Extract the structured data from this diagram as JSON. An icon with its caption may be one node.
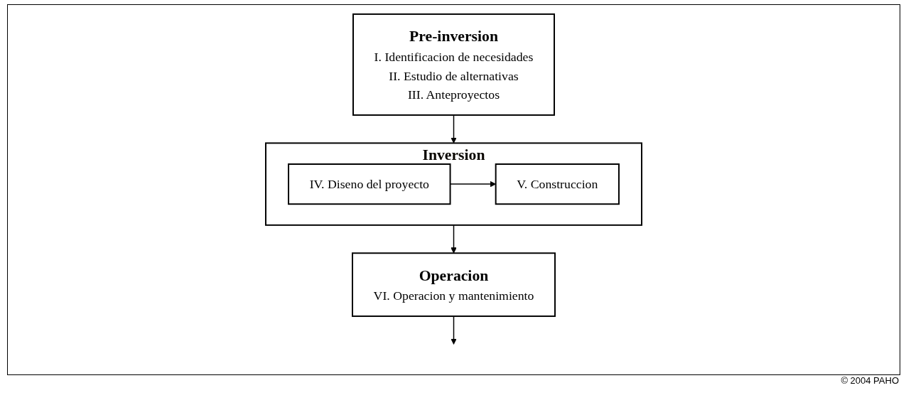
{
  "diagram": {
    "nodes": [
      {
        "text": [
          "Pre-inversion",
          "I. Identificacion de necesidades",
          "II. Estudio de alternativas",
          "III. Anteproyectos"
        ]
      },
      {
        "text": [
          "Inversion"
        ]
      },
      {
        "text": [
          "IV. Diseno del proyecto"
        ],
        "in": 1
      },
      {
        "text": [
          "V. Construccion"
        ],
        "in": 1
      },
      {
        "text": [
          "Operacion",
          "VI. Operacion y mantenimiento"
        ]
      }
    ],
    "edges": [
      {
        "from": 0,
        "to": 1,
        "arrow": "to"
      },
      {
        "from": 2,
        "to": 3,
        "arrow": "to"
      },
      {
        "from": 1,
        "to": 4,
        "arrow": "to"
      },
      {
        "from": 4,
        "to": null,
        "arrow": "to"
      }
    ],
    "labels": [
      "© 2004 PAHO"
    ]
  }
}
